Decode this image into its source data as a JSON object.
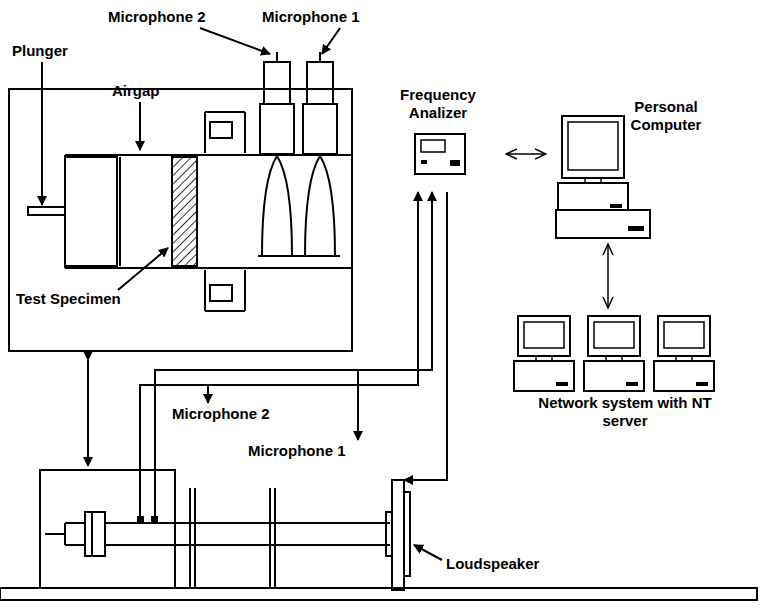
{
  "diagram": {
    "nodes": [
      {
        "text": [
          "Frequency Analizer"
        ]
      },
      {
        "text": [
          "Personal Computer"
        ]
      },
      {
        "text": [
          "Network system with NT server"
        ]
      }
    ],
    "edges": [
      {
        "from": 0,
        "to": 1,
        "arrow": "both"
      },
      {
        "from": 1,
        "to": 2,
        "arrow": "both"
      }
    ],
    "labels": [
      "Microphone 2",
      "Microphone 1",
      "Plunger",
      "Airgap",
      "Test Specimen",
      "Microphone 2",
      "Microphone 1",
      "Loudspeaker"
    ]
  }
}
